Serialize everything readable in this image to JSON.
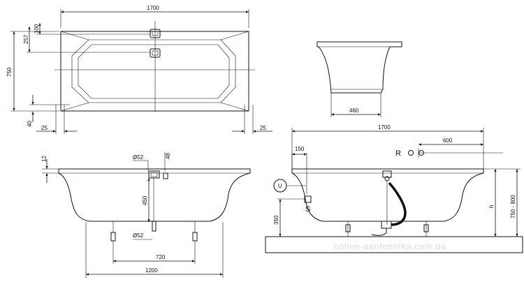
{
  "top_view": {
    "length": "1700",
    "width": "750",
    "rim_offset": "257",
    "drain_offset": "100",
    "edge_offset": "40",
    "margin_left": "25",
    "margin_right": "25"
  },
  "end_view": {
    "bottom_width": "460"
  },
  "front_view": {
    "rim_height": "12",
    "overflow_diameter": "Ø52",
    "overflow_offset": "48",
    "drain_depth": "450",
    "drain_diameter": "Ø52",
    "foot_spacing": "720",
    "base_length": "1200"
  },
  "install_view": {
    "length": "1700",
    "distance_r": "600",
    "label_r": "R",
    "offset_150": "150",
    "label_u": "U",
    "label_s": "S",
    "height_h": "h",
    "height_range": "750 - 800",
    "drain_height": "350"
  },
  "watermark": "online-santehnika.com.ua"
}
